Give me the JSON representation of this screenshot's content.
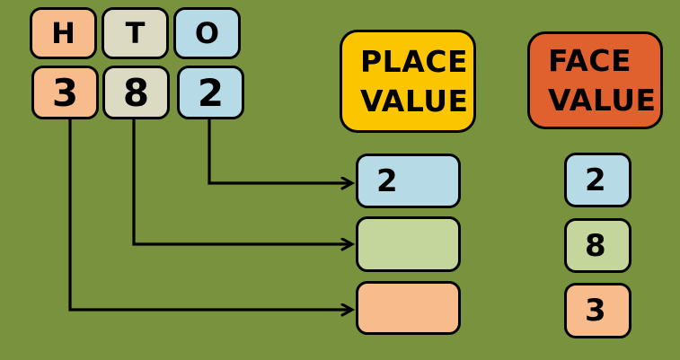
{
  "colors": {
    "background": "#78923E",
    "peach": "#F8BC8C",
    "tan": "#DDDAC3",
    "blue": "#B6DBE7",
    "green": "#C4D69C",
    "gold": "#FBC500",
    "orange_red": "#E0602E",
    "line": "#000000"
  },
  "hto": {
    "headers": [
      {
        "label": "H"
      },
      {
        "label": "T"
      },
      {
        "label": "O"
      }
    ],
    "digits": [
      {
        "label": "3"
      },
      {
        "label": "8"
      },
      {
        "label": "2"
      }
    ]
  },
  "place_value": {
    "header_line1": "PLACE",
    "header_line2": "VALUE",
    "values": [
      {
        "text": "2"
      },
      {
        "text": ""
      },
      {
        "text": ""
      }
    ]
  },
  "face_value": {
    "header_line1": "FACE",
    "header_line2": "VALUE",
    "values": [
      {
        "text": "2"
      },
      {
        "text": "8"
      },
      {
        "text": "3"
      }
    ]
  },
  "arrows": [
    {
      "from": "digit-ones-2",
      "to": "place-value-slot-1"
    },
    {
      "from": "digit-tens-8",
      "to": "place-value-slot-2"
    },
    {
      "from": "digit-hundreds-3",
      "to": "place-value-slot-3"
    }
  ]
}
